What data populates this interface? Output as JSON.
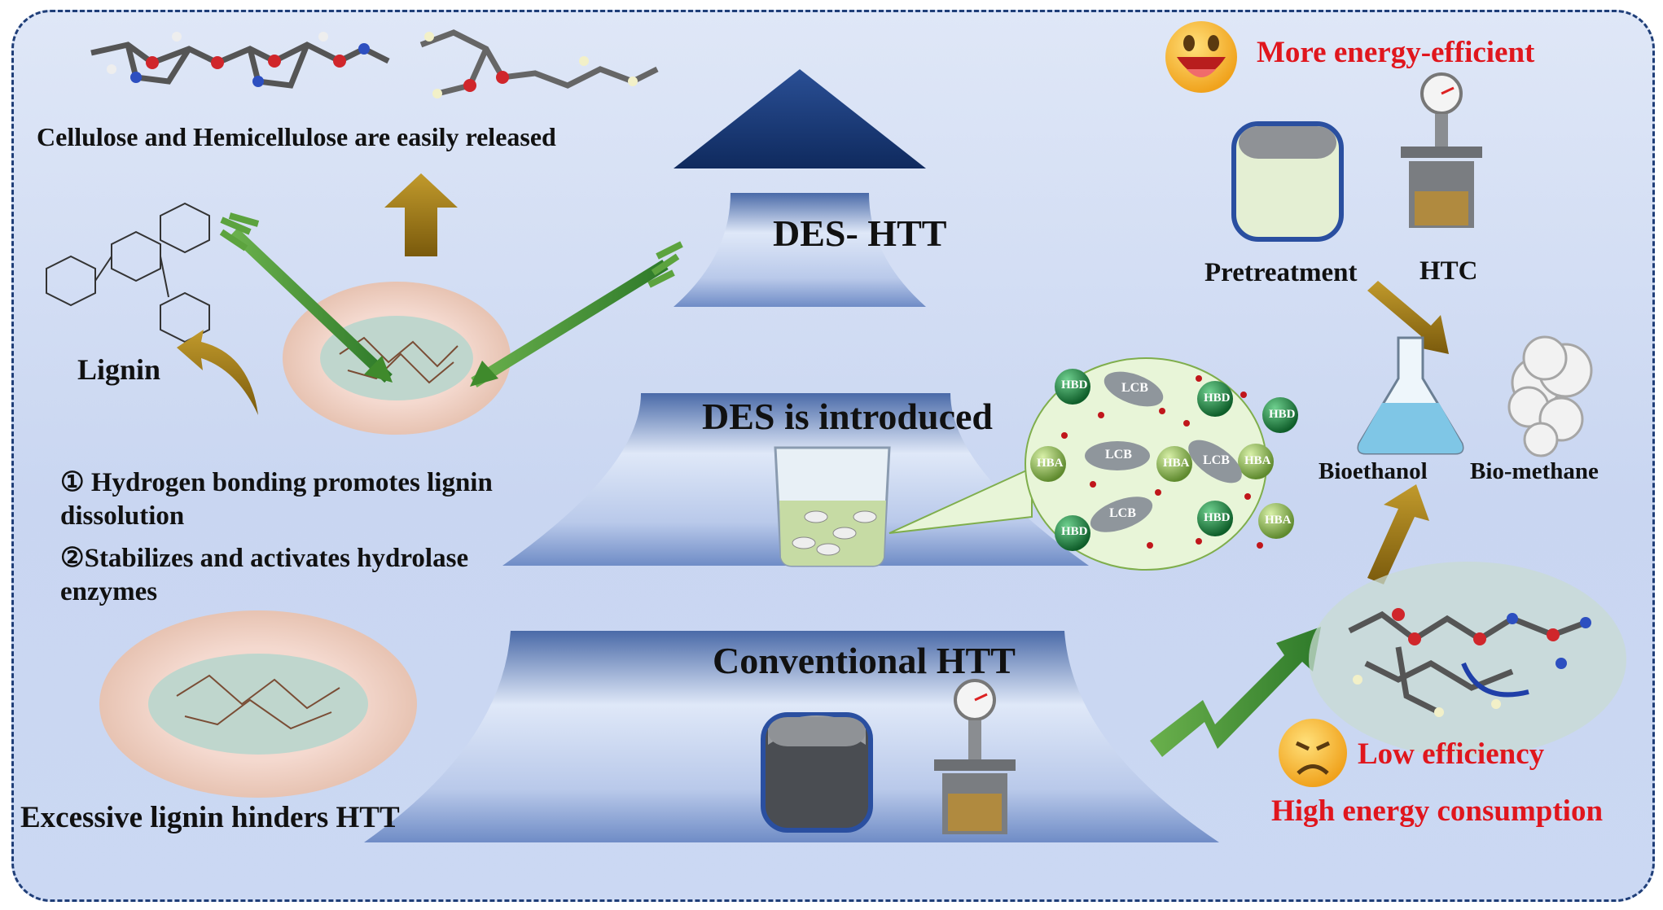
{
  "top": {
    "cellulose_caption": "Cellulose and Hemicellulose are easily released",
    "lignin_label": "Lignin"
  },
  "mechanisms": [
    {
      "marker": "①",
      "line1": " Hydrogen bonding promotes lignin",
      "line2": "dissolution"
    },
    {
      "marker": "②",
      "line1": "Stabilizes and activates hydrolase",
      "line2": "enzymes"
    }
  ],
  "bottom_left": {
    "caption": "Excessive lignin hinders HTT"
  },
  "pyramid": {
    "top_tier": "DES- HTT",
    "middle_tier": "DES is introduced",
    "bottom_tier": "Conventional HTT"
  },
  "bubble": {
    "hbd_label": "HBD",
    "hba_label": "HBA",
    "lcb_label": "LCB"
  },
  "right_top": {
    "efficiency_label": "More energy-efficient",
    "pretreatment_label": "Pretreatment",
    "htc_label": "HTC",
    "bioethanol_label": "Bioethanol",
    "biomethane_label": "Bio-methane"
  },
  "right_bottom": {
    "low_efficiency": "Low efficiency",
    "high_energy": "High energy consumption"
  },
  "colors": {
    "frame_border": "#1f3e78",
    "pyramid_dark": "#1d3f7d",
    "arrow_gold": "#9a7212",
    "arrow_green": "#3f8a2c",
    "warning_red": "#e0161d",
    "hbd_green": "#1e7a3e",
    "hba_olive": "#9cc46a"
  },
  "icons": [
    "happy-face-icon",
    "sad-face-icon",
    "reactor-icon",
    "pressure-vessel-icon",
    "flask-icon",
    "steam-cloud-icon",
    "beaker-icon"
  ]
}
